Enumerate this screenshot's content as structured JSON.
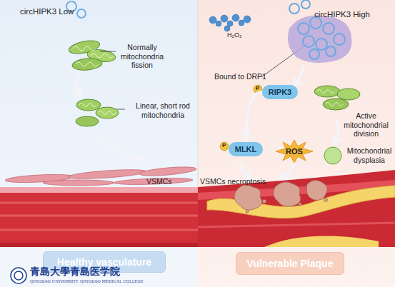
{
  "diagram": {
    "nodes": [
      {
        "text": [
          "RIPK3"
        ]
      },
      {
        "text": [
          "MLKL"
        ]
      },
      {
        "text": [
          "ROS"
        ]
      },
      {
        "text": [
          "Healthy vasculature"
        ]
      },
      {
        "text": [
          "Vulnerable Plaque"
        ]
      }
    ],
    "edges": [
      {
        "from": 0,
        "to": 1,
        "arrow": "to"
      }
    ],
    "labels": [
      "circHIPK3 Low",
      "Normally mitochondria fission",
      "Linear, short rod mitochondria",
      "VSMCs",
      "circHIPK3 High",
      "H₂O₂",
      "Bound to DRP1",
      "P",
      "P",
      "Active mitochondrial division",
      "Mitochondrial dysplasia",
      "VSMCs necroptosis",
      "青島大學青島医学院",
      "QINGDAO UNIVERSITY",
      "QINGDAO MEDICAL COLLEGE"
    ]
  }
}
